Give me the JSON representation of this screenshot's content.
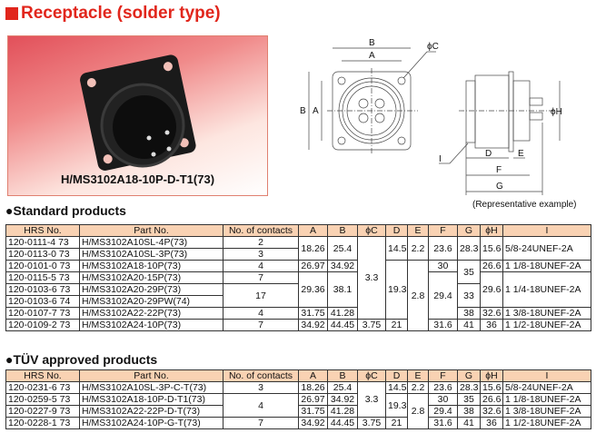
{
  "title": "Receptacle (solder type)",
  "photo_caption": "H/MS3102A18-10P-D-T1(73)",
  "drawing": {
    "labels": {
      "B": "B",
      "A": "A",
      "C": "ϕC",
      "D": "D",
      "E": "E",
      "F": "F",
      "G": "G",
      "H": "ϕH",
      "I": "I"
    },
    "note": "(Representative example)"
  },
  "headers": [
    "HRS No.",
    "Part No.",
    "No. of contacts",
    "A",
    "B",
    "ϕC",
    "D",
    "E",
    "F",
    "G",
    "ϕH",
    "I"
  ],
  "standard": {
    "heading": "●Standard products",
    "rows": [
      [
        "120-0111-4 73",
        "H/MS3102A10SL-4P(73)",
        "2",
        "18.26",
        "25.4",
        "3.3",
        "14.5",
        "2.2",
        "23.6",
        "28.3",
        "15.6",
        "5/8-24UNEF-2A"
      ],
      [
        "120-0113-0 73",
        "H/MS3102A10SL-3P(73)",
        "3",
        null,
        null,
        null,
        null,
        null,
        null,
        null,
        null,
        null
      ],
      [
        "120-0101-0 73",
        "H/MS3102A18-10P(73)",
        "4",
        "26.97",
        "34.92",
        null,
        "19.3",
        "2.8",
        "30",
        "35",
        "26.6",
        "1 1/8-18UNEF-2A"
      ],
      [
        "120-0115-5 73",
        "H/MS3102A20-15P(73)",
        "7",
        "29.36",
        "38.1",
        null,
        null,
        null,
        "29.4",
        null,
        "29.6",
        "1 1/4-18UNEF-2A"
      ],
      [
        "120-0103-6 73",
        "H/MS3102A20-29P(73)",
        "17",
        null,
        null,
        null,
        null,
        null,
        null,
        "33",
        null,
        null
      ],
      [
        "120-0103-6 74",
        "H/MS3102A20-29PW(74)",
        null,
        null,
        null,
        null,
        null,
        null,
        null,
        null,
        null,
        null
      ],
      [
        "120-0107-7 73",
        "H/MS3102A22-22P(73)",
        "4",
        "31.75",
        "41.28",
        null,
        null,
        null,
        null,
        "38",
        "32.6",
        "1 3/8-18UNEF-2A"
      ],
      [
        "120-0109-2 73",
        "H/MS3102A24-10P(73)",
        "7",
        "34.92",
        "44.45",
        "3.75",
        "21",
        null,
        "31.6",
        "41",
        "36",
        "1 1/2-18UNEF-2A"
      ]
    ]
  },
  "tuv": {
    "heading": "●TÜV approved products",
    "rows": [
      [
        "120-0231-6 73",
        "H/MS3102A10SL-3P-C-T(73)",
        "3",
        "18.26",
        "25.4",
        "3.3",
        "14.5",
        "2.2",
        "23.6",
        "28.3",
        "15.6",
        "5/8-24UNEF-2A"
      ],
      [
        "120-0259-5 73",
        "H/MS3102A18-10P-D-T1(73)",
        "4",
        "26.97",
        "34.92",
        null,
        "19.3",
        "2.8",
        "30",
        "35",
        "26.6",
        "1 1/8-18UNEF-2A"
      ],
      [
        "120-0227-9 73",
        "H/MS3102A22-22P-D-T(73)",
        null,
        "31.75",
        "41.28",
        null,
        null,
        null,
        "29.4",
        "38",
        "32.6",
        "1 3/8-18UNEF-2A"
      ],
      [
        "120-0228-1 73",
        "H/MS3102A24-10P-G-T(73)",
        "7",
        "34.92",
        "44.45",
        "3.75",
        "21",
        null,
        "31.6",
        "41",
        "36",
        "1 1/2-18UNEF-2A"
      ]
    ]
  }
}
